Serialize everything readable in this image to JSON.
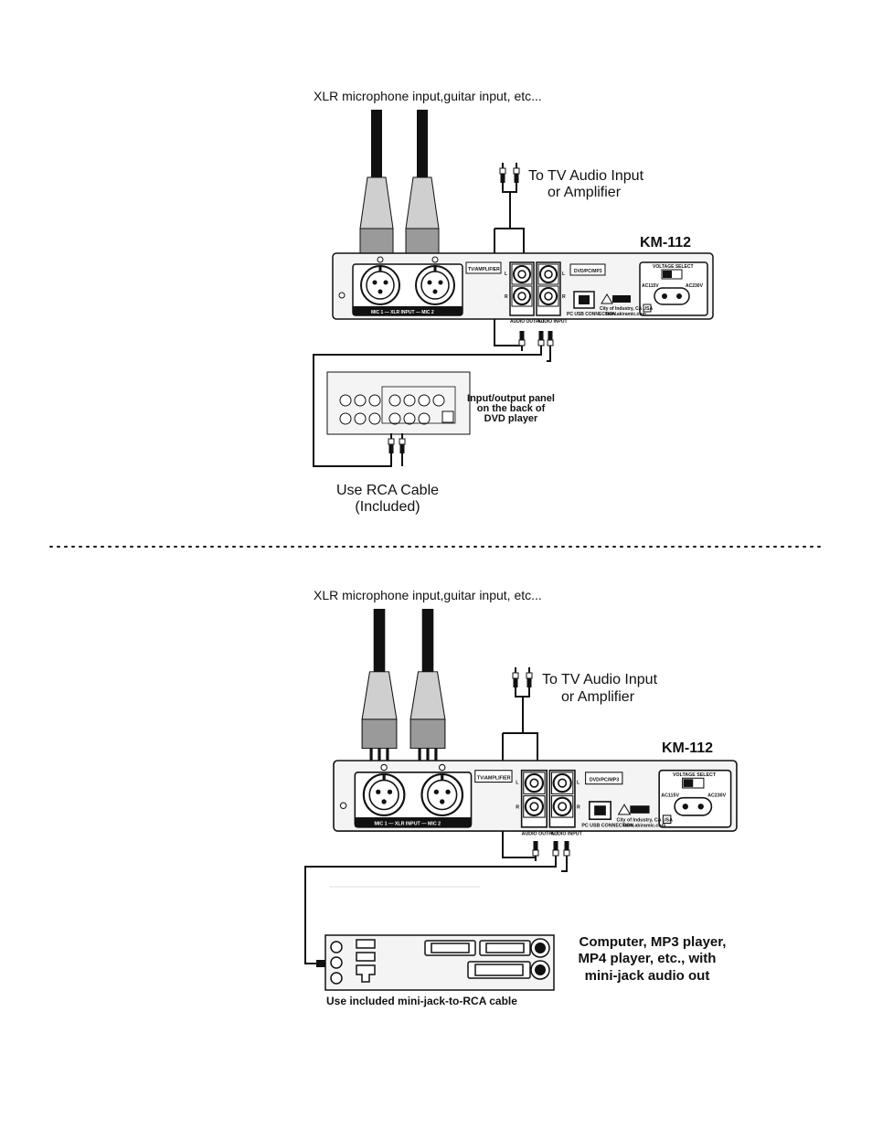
{
  "top": {
    "xlr_label": "XLR microphone input,guitar input, etc...",
    "tv_line1": "To TV Audio Input",
    "tv_line2": "or Amplifier",
    "model": "KM-112",
    "dvd_line1": "Input/output panel",
    "dvd_line2": "on the back of",
    "dvd_line3": "DVD player",
    "rca_line1": "Use RCA Cable",
    "rca_line2": "(Included)"
  },
  "bottom": {
    "xlr_label": "XLR microphone input,guitar input, etc...",
    "tv_line1": "To TV Audio Input",
    "tv_line2": "or Amplifier",
    "model": "KM-112",
    "comp_line1": "Computer, MP3 player,",
    "comp_line2": "MP4 player, etc., with",
    "comp_line3": "mini-jack audio out",
    "minijack": "Use included mini-jack-to-RCA cable"
  },
  "panel": {
    "tv_amp": "TV/AMPLIFIER",
    "dvd_pc": "DVD/PC/MP3",
    "voltage_select": "VOLTAGE SELECT",
    "ac115": "AC115V",
    "ac230": "AC230V",
    "mic_label": "MIC 1 — XLR INPUT — MIC 2",
    "audio_output": "AUDIO OUTPUT",
    "audio_input": "AUDIO INPUT",
    "pc_usb": "PC USB CONNECTION",
    "city": "City of Industry, CA USA",
    "web": "www.akiramic.com",
    "left": "L",
    "right": "R"
  },
  "colors": {
    "ink": "#111111",
    "panel": "#f4f4f4",
    "plug": "#cfcfcf"
  }
}
